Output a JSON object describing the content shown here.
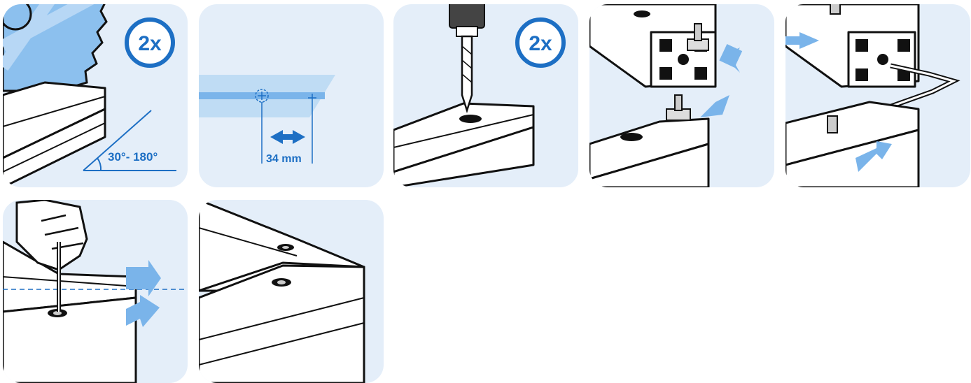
{
  "steps": [
    {
      "badge": "2x",
      "angle_label": "30°- 180°"
    },
    {
      "measure_label": "34 mm"
    },
    {
      "badge": "2x"
    },
    {},
    {},
    {},
    {}
  ],
  "colors": {
    "panel_bg": "#e4eef9",
    "accent": "#1d6fc4",
    "arrow": "#7ab4ea"
  },
  "icons": [
    "saw-blade-icon",
    "drill-icon",
    "t-nut-icon",
    "screw-icon",
    "hex-key-icon",
    "hand-icon",
    "arrow-icon"
  ]
}
